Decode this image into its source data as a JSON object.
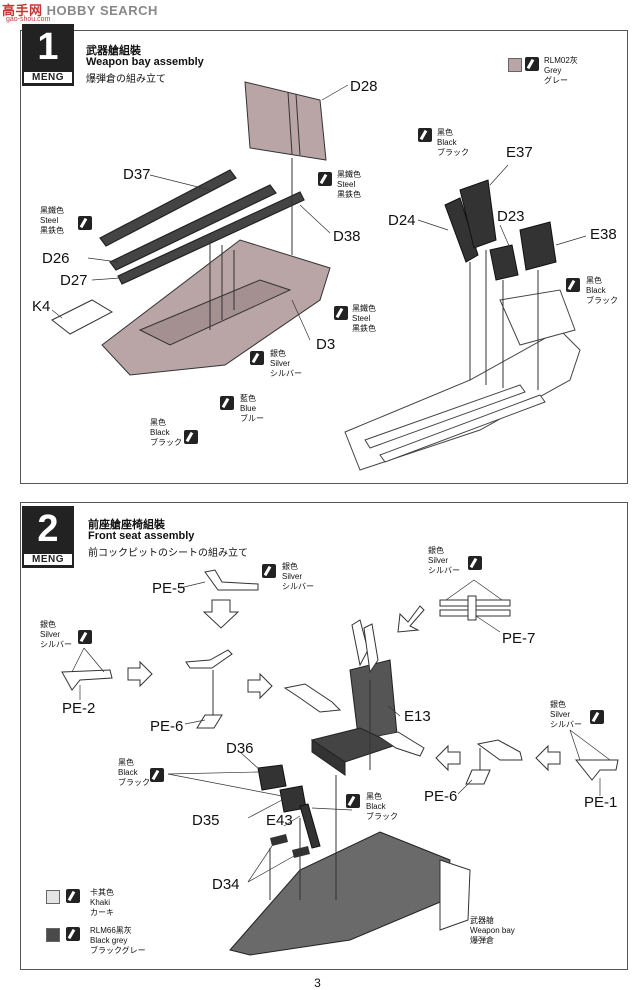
{
  "watermark": {
    "prefix": "高手网",
    "text": "HOBBY SEARCH",
    "url": "gao-shou.com"
  },
  "brand": "MENG",
  "page_number": "3",
  "colors": {
    "grey_swatch": "#b9a4a6",
    "khaki_swatch": "#e4e4e4",
    "blackgrey_swatch": "#4a4a4a",
    "part_fill": "#a89a9a",
    "dark_part": "#333333"
  },
  "step1": {
    "number": "1",
    "title_zh": "武器艙組裝",
    "title_en": "Weapon bay assembly",
    "title_jp": "爆弾倉の組み立て",
    "legend": {
      "zh": "RLM02灰",
      "en": "Grey",
      "jp": "グレー"
    },
    "parts": [
      "D28",
      "D37",
      "D26",
      "D27",
      "K4",
      "D38",
      "D3",
      "E37",
      "D24",
      "D23",
      "E38"
    ],
    "paints": {
      "steel_left": {
        "zh": "黑鐵色",
        "en": "Steel",
        "jp": "黒鉄色"
      },
      "steel_right_top": {
        "zh": "黑鐵色",
        "en": "Steel",
        "jp": "黒鉄色"
      },
      "steel_right_mid": {
        "zh": "黑鐵色",
        "en": "Steel",
        "jp": "黒鉄色"
      },
      "silver": {
        "zh": "銀色",
        "en": "Silver",
        "jp": "シルバー"
      },
      "blue": {
        "zh": "藍色",
        "en": "Blue",
        "jp": "ブルー"
      },
      "black_bottom": {
        "zh": "黑色",
        "en": "Black",
        "jp": "ブラック"
      },
      "black_top": {
        "zh": "黑色",
        "en": "Black",
        "jp": "ブラック"
      },
      "black_right": {
        "zh": "黑色",
        "en": "Black",
        "jp": "ブラック"
      }
    }
  },
  "step2": {
    "number": "2",
    "title_zh": "前座艙座椅組裝",
    "title_en": "Front seat assembly",
    "title_jp": "前コックピットのシートの組み立て",
    "parts": [
      "PE-5",
      "PE-7",
      "PE-2",
      "PE-6",
      "E13",
      "D36",
      "PE-6",
      "PE-1",
      "D35",
      "E43",
      "D34"
    ],
    "paints": {
      "silver_pe5": {
        "zh": "銀色",
        "en": "Silver",
        "jp": "シルバー"
      },
      "silver_pe7": {
        "zh": "銀色",
        "en": "Silver",
        "jp": "シルバー"
      },
      "silver_pe2": {
        "zh": "銀色",
        "en": "Silver",
        "jp": "シルバー"
      },
      "silver_pe1": {
        "zh": "銀色",
        "en": "Silver",
        "jp": "シルバー"
      },
      "black_d36": {
        "zh": "黑色",
        "en": "Black",
        "jp": "ブラック"
      },
      "black_e43": {
        "zh": "黑色",
        "en": "Black",
        "jp": "ブラック"
      }
    },
    "legend_khaki": {
      "zh": "卡其色",
      "en": "Khaki",
      "jp": "カーキ"
    },
    "legend_blackgrey": {
      "zh": "RLM66黑灰",
      "en": "Black grey",
      "jp": "ブラックグレー"
    },
    "weapon_bay_label": {
      "zh": "武器艙",
      "en": "Weapon bay",
      "jp": "爆弾倉"
    }
  }
}
